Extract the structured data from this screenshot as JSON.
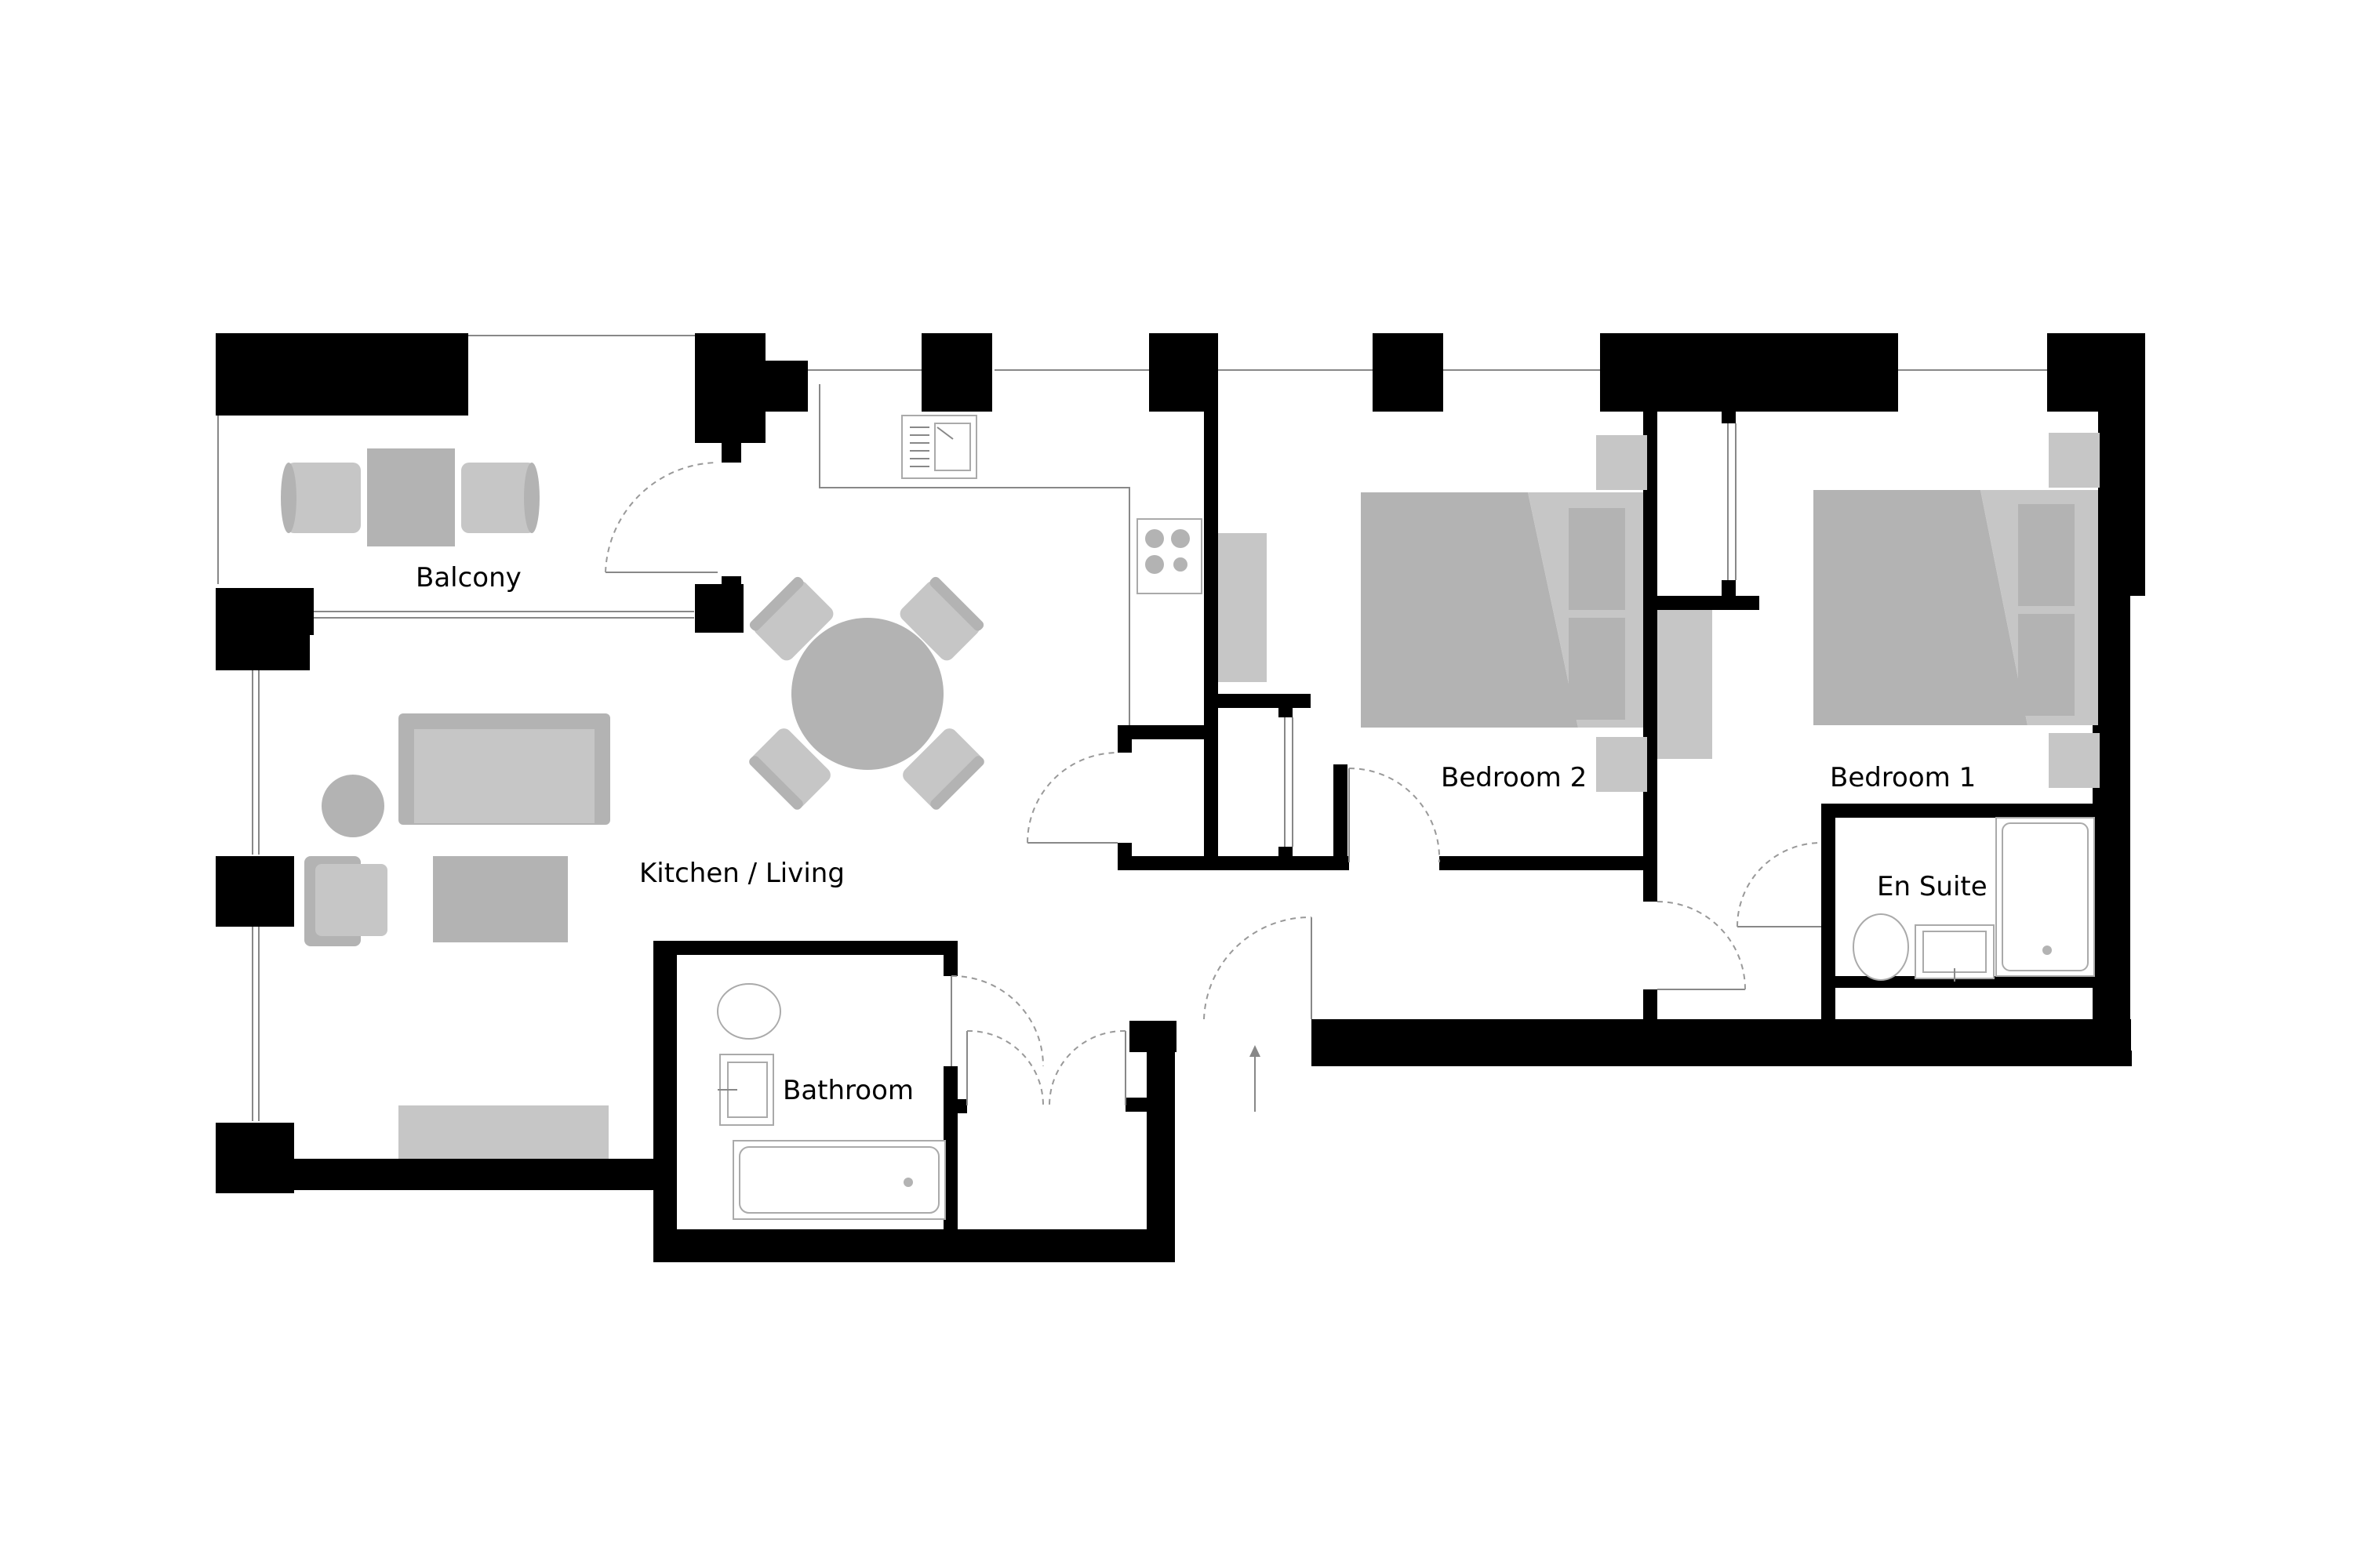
{
  "rooms": {
    "balcony": "Balcony",
    "kitchen_living": "Kitchen / Living",
    "bathroom": "Bathroom",
    "bedroom_2": "Bedroom 2",
    "bedroom_1": "Bedroom 1",
    "en_suite": "En Suite"
  },
  "colors": {
    "wall": "#000000",
    "furniture": "#c6c6c6",
    "furniture_dark": "#b3b3b3",
    "background": "#ffffff"
  },
  "icons": [
    "entrance-arrow-icon"
  ]
}
